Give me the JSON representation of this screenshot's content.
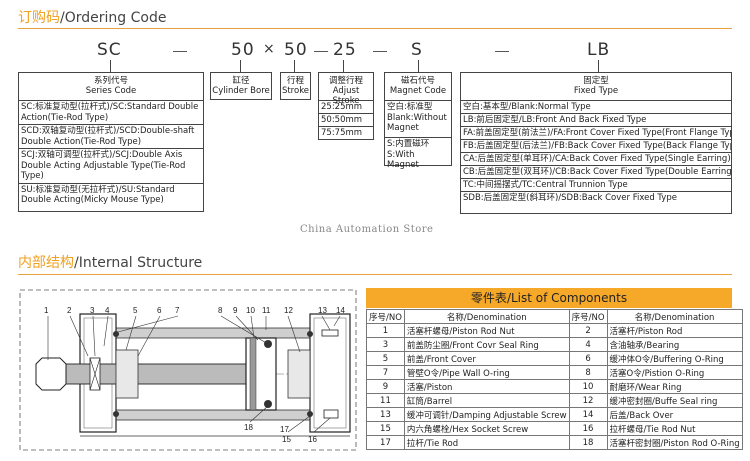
{
  "ordering": {
    "title_cn": "订购码",
    "title_en": "/Ordering Code",
    "code": {
      "sc": "SC",
      "bore": "50",
      "x": "×",
      "stroke": "50",
      "adj": "25",
      "mag": "S",
      "fixed": "LB"
    },
    "series": {
      "header_cn": "系列代号",
      "header_en": "Series Code",
      "items": [
        "SC:标准复动型(拉杆式)/SC:Standard Double Action(Tie-Rod Type)",
        "SCD:双轴复动型(拉杆式)/SCD:Double-shaft Double Action(Tie-Rod Type)",
        "SCJ:双轴可调型(拉杆式)/SCJ:Double Axis Double Acting Adjustable Type(Tie-Rod Type)",
        "SU:标准复动型(无拉杆式)/SU:Standard Double Acting(Micky Mouse Type)"
      ]
    },
    "bore": {
      "header_cn": "缸径",
      "header_en": "Cylinder Bore"
    },
    "stroke": {
      "header_cn": "行程",
      "header_en": "Stroke"
    },
    "adjust": {
      "header_cn": "调整行程",
      "header_en": "Adjust Stroke",
      "items": [
        "25:25mm",
        "50:50mm",
        "75:75mm"
      ]
    },
    "magnet": {
      "header_cn": "磁石代号",
      "header_en": "Magnet Code",
      "items": [
        "空白:标准型 Blank:Without Magnet",
        "S:内置磁环 S:With Magnet"
      ]
    },
    "fixed": {
      "header_cn": "固定型",
      "header_en": "Fixed Type",
      "items": [
        "空白:基本型/Blank:Normal Type",
        "LB:前后固定型/LB:Front And Back Fixed Type",
        "FA:前盖固定型(前法兰)/FA:Front Cover Fixed Type(Front Flange Type)",
        "FB:后盖固定型(后法兰)/FB:Back Cover Fixed Type(Back Flange Type)",
        "CA:后盖固定型(单耳环)/CA:Back Cover Fixed Type(Single Earring)",
        "CB:后盖固定型(双耳环)/CB:Back Cover Fixed Type(Double Earring)",
        "TC:中间摇摆式/TC:Central Trunnion Type",
        "SDB:后盖固定型(斜耳环)/SDB:Back Cover Fixed Type"
      ]
    }
  },
  "watermark": "China Automation Store",
  "internal": {
    "title_cn": "内部结构",
    "title_en": "/Internal Structure",
    "callouts": [
      "1",
      "2",
      "3",
      "4",
      "5",
      "6",
      "7",
      "8",
      "9",
      "10",
      "11",
      "12",
      "13",
      "14",
      "15",
      "16",
      "17",
      "18"
    ]
  },
  "components": {
    "title_cn": "零件表",
    "title_en": "/List of Components",
    "col_no": "序号/NO",
    "col_name": "名称/Denomination",
    "rows": [
      {
        "n1": "1",
        "d1": "活塞杆螺母/Piston Rod Nut",
        "n2": "2",
        "d2": "活塞杆/Piston Rod"
      },
      {
        "n1": "3",
        "d1": "前盖防尘圈/Front Covr Seal Ring",
        "n2": "4",
        "d2": "含油轴承/Bearing"
      },
      {
        "n1": "5",
        "d1": "前盖/Front Cover",
        "n2": "6",
        "d2": "缓冲体O令/Buffering O-Ring"
      },
      {
        "n1": "7",
        "d1": "管壁O令/Pipe Wall O-ring",
        "n2": "8",
        "d2": "活塞O令/Pistion O-Ring"
      },
      {
        "n1": "9",
        "d1": "活塞/Piston",
        "n2": "10",
        "d2": "耐磨环/Wear Ring"
      },
      {
        "n1": "11",
        "d1": "缸筒/Barrel",
        "n2": "12",
        "d2": "缓冲密封圈/Buffe Seal ring"
      },
      {
        "n1": "13",
        "d1": "缓冲可调针/Damping Adjustable Screw",
        "n2": "14",
        "d2": "后盖/Back Over"
      },
      {
        "n1": "15",
        "d1": "内六角螺栓/Hex Socket Screw",
        "n2": "16",
        "d2": "拉杆螺母/Tie Rod Nut"
      },
      {
        "n1": "17",
        "d1": "拉杆/Tie Rod",
        "n2": "18",
        "d2": "活塞杆密封圈/Piston Rod O-Ring"
      }
    ]
  }
}
